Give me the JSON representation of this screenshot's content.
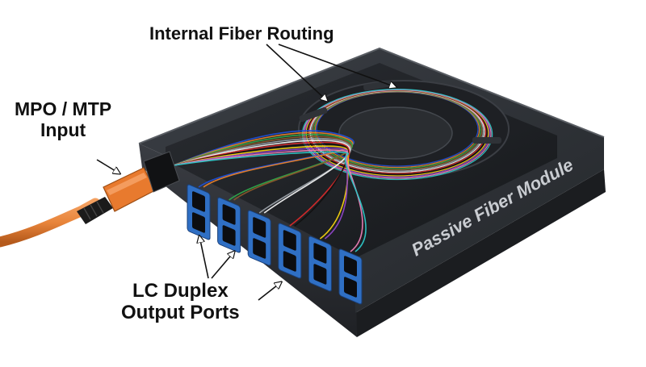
{
  "annotations": {
    "internal_routing": "Internal Fiber Routing",
    "mpo_input_line1": "MPO / MTP",
    "mpo_input_line2": "Input",
    "lc_output_line1": "LC Duplex",
    "lc_output_line2": "Output Ports"
  },
  "module": {
    "brand_text": "Passive Fiber Module"
  },
  "colors": {
    "housing": "#2f3237",
    "housing_top_edge": "#54585e",
    "tray": "#1c1e22",
    "adapter_blue": "#2f6fc4",
    "mpo_orange": "#e87a2e",
    "cable_orange": "#e8843a",
    "fiber_colors": [
      "#1f4fd6",
      "#e8812a",
      "#2fa84a",
      "#8b5a2b",
      "#9aa0a6",
      "#f2f2f2",
      "#d72a2a",
      "#111111",
      "#f5d20f",
      "#8e44c8",
      "#ef7fb7",
      "#2ec6c6"
    ]
  }
}
